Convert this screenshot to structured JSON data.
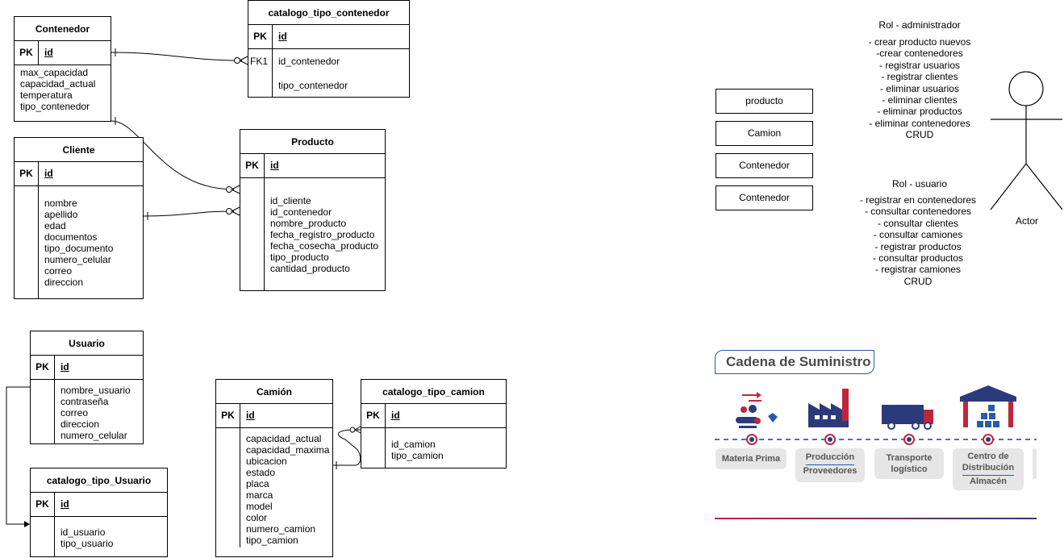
{
  "tables": {
    "contenedor": {
      "title": "Contenedor",
      "pk": "PK",
      "id": "id",
      "fields": [
        "max_capacidad",
        "capacidad_actual",
        "temperatura",
        "tipo_contenedor"
      ]
    },
    "catalogo_tipo_contenedor": {
      "title": "catalogo_tipo_contenedor",
      "pk": "PK",
      "id": "id",
      "fk": "FK1",
      "fields": [
        "id_contenedor",
        "tipo_contenedor"
      ]
    },
    "cliente": {
      "title": "Cliente",
      "pk": "PK",
      "id": "id",
      "fields": [
        "nombre",
        "apellido",
        "edad",
        "documentos",
        "tipo_documento",
        "numero_celular",
        "correo",
        "direccion"
      ]
    },
    "producto": {
      "title": "Producto",
      "pk": "PK",
      "id": "id",
      "fields": [
        "id_cliente",
        "id_contenedor",
        "nombre_producto",
        "fecha_registro_producto",
        "fecha_cosecha_producto",
        "tipo_producto",
        "cantidad_producto"
      ]
    },
    "usuario": {
      "title": "Usuario",
      "pk": "PK",
      "id": "id",
      "fields": [
        "nombre_usuario",
        "contraseña",
        "correo",
        "direccion",
        "numero_celular"
      ]
    },
    "catalogo_tipo_usuario": {
      "title": "catalogo_tipo_Usuario",
      "pk": "PK",
      "id": "id",
      "fields": [
        "id_usuario",
        "tipo_usuario"
      ]
    },
    "camion": {
      "title": "Camión",
      "pk": "PK",
      "id": "id",
      "fields": [
        "capacidad_actual",
        "capacidad_maxima",
        "ubicacion",
        "estado",
        "placa",
        "marca",
        "model",
        "color",
        "numero_camion",
        "tipo_camion"
      ]
    },
    "catalogo_tipo_camion": {
      "title": "catalogo_tipo_camion",
      "pk": "PK",
      "id": "id",
      "fields": [
        "id_camion",
        "tipo_camion"
      ]
    }
  },
  "entity_boxes": [
    "producto",
    "Camion",
    "Contenedor",
    "Contenedor"
  ],
  "roles": {
    "admin": {
      "title": "Rol - administrador",
      "items": [
        "- crear producto nuevos",
        "-crear contenedores",
        "- registrar usuarios",
        "- registrar clientes",
        "- eliminar usuarios",
        "- eliminar clientes",
        "- eliminar productos",
        "- eliminar contenedores",
        "CRUD"
      ]
    },
    "usuario": {
      "title": "Rol - usuario",
      "items": [
        "- registrar en contenedores",
        "- consultar contenedores",
        "- consultar clientes",
        "- consultar camiones",
        "- registrar productos",
        "- consultar productos",
        "- registrar camiones",
        "CRUD"
      ]
    }
  },
  "actor_label": "Actor",
  "supply_chain": {
    "title": "Cadena de Suministro",
    "stages": [
      {
        "line1": "Materia Prima",
        "line2": ""
      },
      {
        "line1": "Producción",
        "line2": "Proveedores"
      },
      {
        "line1": "Transporte",
        "line2": "logístico"
      },
      {
        "line1": "Centro de",
        "line1b": "Distribución",
        "line2": "Almacén"
      }
    ],
    "colors": {
      "navy": "#2b3a7a",
      "red": "#c0263b",
      "blue": "#2b5aa8",
      "gray": "#e6e6e6"
    }
  }
}
